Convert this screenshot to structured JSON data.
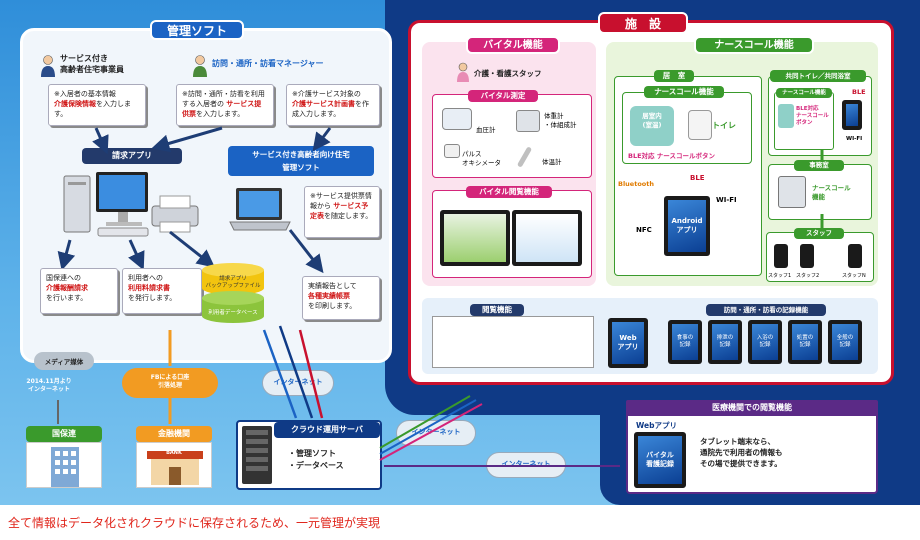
{
  "mgmt": {
    "title": "管理ソフト",
    "staff1": "サービス付き\n高齢者住宅事業員",
    "staff2": "訪問・通所・訪看マネージャー",
    "note1_a": "※入居者の基本情報",
    "note1_b": "介護保険情報",
    "note1_c": "を入力します。",
    "note2_a": "※訪問・通所・訪看を利用する入居者の",
    "note2_b": "サービス提供票",
    "note2_c": "を入力します。",
    "note3_a": "※介護サービス対象の",
    "note3_b": "介護サービス計画書",
    "note3_c": "を作成入力します。",
    "billing_app": "請求アプリ",
    "housing_soft": "サービス付き高齢者向け住宅\n管理ソフト",
    "note4_a": "※サービス提供票情報から",
    "note4_b": "サービス予定表",
    "note4_c": "を随定します。",
    "note5_a": "国保連への",
    "note5_b": "介護報酬請求",
    "note5_c": "を行います。",
    "note6_a": "利用者への",
    "note6_b": "利用料請求書",
    "note6_c": "を発行します。",
    "note7_a": "実績報告として",
    "note7_b": "各種実績帳票",
    "note7_c": "を印刷します。",
    "db_top": "請求アプリ\nバックアップファイル",
    "db_bottom": "利用者データベース"
  },
  "facility": {
    "title": "施　設",
    "vital_title": "バイタル機能",
    "care_staff": "介護・看護スタッフ",
    "vital_measure": "バイタル測定",
    "bp": "血圧計",
    "thermo1": "体重計\n・体組成計",
    "pulse": "パルス\nオキシメータ",
    "thermo2": "体温計",
    "vital_browse": "バイタル閲覧機能",
    "nurse_title": "ナースコール機能",
    "room": "居　室",
    "nurse_fn": "ナースコール機能",
    "room_in": "居室内\n(室温)",
    "toilet": "トイレ",
    "ble_btn": "BLE対応 ナースコールボタン",
    "bluetooth": "Bluetooth",
    "ble": "BLE",
    "nfc": "NFC",
    "wifi": "WI-FI",
    "android": "Android\nアプリ",
    "shared": "共同トイレ／共同浴室",
    "shared_nurse": "ナースコール機能",
    "shared_btn": "BLE対応\nナースコール\nボタン",
    "ble2": "BLE",
    "wifi2": "WI-FI",
    "office": "事務室",
    "nurse_machine": "ナースコール\n機能",
    "staff": "スタッフ",
    "staff1": "スタッフ1",
    "staff2": "スタッフ2",
    "staffn": "スタッフN",
    "browse": "閲覧機能",
    "web_app": "Web\nアプリ",
    "record": "訪問・通所・訪看の記録機能",
    "records": [
      "食事の\n記録",
      "排泄の\n記録",
      "入浴の\n記録",
      "処置の\n記録",
      "全般の\n記録"
    ]
  },
  "bottom": {
    "media": "メディア媒体",
    "media_date": "2014.11月より\nインターネット",
    "fb": "FBによる口座\n引落処理",
    "kokuho": "国保連",
    "finance": "金融機関",
    "bank": "BANK",
    "internet1": "インターネット",
    "server": "クラウド運用サーバ",
    "server_items": "・管理ソフト\n・データベース",
    "internet2": "インターネット",
    "internet3": "インターネット",
    "medical_title": "医療機関での閲覧機能",
    "web_app2": "Webアプリ",
    "vital_record": "バイタル\n看護記録",
    "medical_text": "タブレット端末なら、\n通院先で利用者の情報も\nその場で提供できます。"
  },
  "caption": "全て情報はデータ化されクラウドに保存されるため、一元管理が実現",
  "colors": {
    "navy": "#0f3a86",
    "mgmt_blue": "#1b63c4",
    "facility_red": "#c8102e",
    "vital_pink": "#d4257a",
    "nurse_green": "#3a9a2c",
    "caption_red": "#e0251b"
  }
}
